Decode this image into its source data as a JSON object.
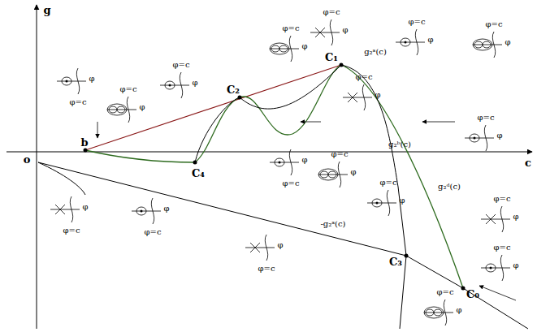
{
  "diagram": {
    "labels": [
      "g",
      "c",
      "o",
      "b",
      "C₁",
      "C₂",
      "C₃",
      "C₄",
      "C₀",
      "g₂ᵃ(c)",
      "g₂ᵇ(c)",
      "g₂ᵈ(c)",
      "-g₂ᵃ(c)",
      "φ=c",
      "φ",
      "φ=c",
      "φ",
      "φ=c",
      "φ",
      "φ=c",
      "φ",
      "φ=c",
      "φ",
      "φ=c",
      "φ",
      "φ=c",
      "φ",
      "φ=c",
      "φ",
      "φ=c",
      "φ",
      "φ=c",
      "φ",
      "φ=c",
      "φ",
      "φ=c",
      "φ",
      "φ=c",
      "φ",
      "φ=c",
      "φ",
      "φ=c",
      "φ",
      "φ=c",
      "φ",
      "φ=c",
      "φ",
      "φ=c",
      "φ"
    ]
  }
}
